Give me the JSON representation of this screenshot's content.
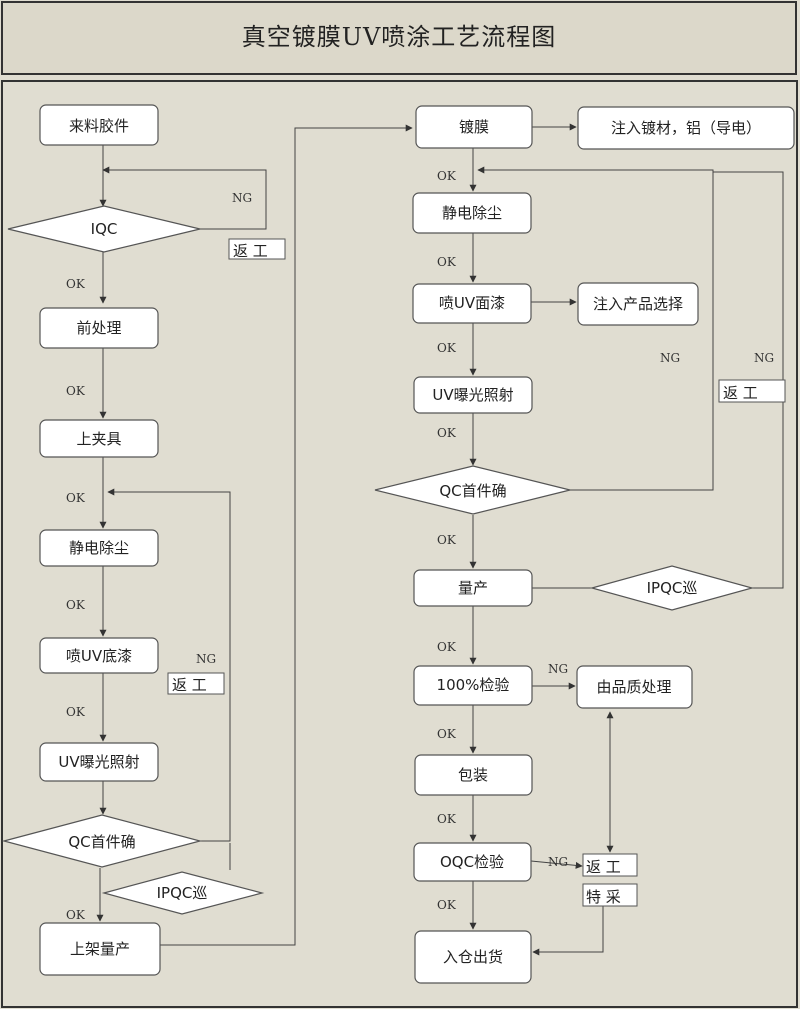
{
  "title": "真空镀膜UV喷涂工艺流程图",
  "left": {
    "incoming": "来料胶件",
    "iqc": "IQC",
    "ng1": "NG",
    "rework1": "返 工",
    "ok1": "OK",
    "pretreat": "前处理",
    "ok2": "OK",
    "fixture": "上夹具",
    "ok3": "OK",
    "destatic": "静电除尘",
    "ok4": "OK",
    "base_coat": "喷UV底漆",
    "ng2": "NG",
    "rework2": "返 工",
    "ok5": "OK",
    "uv_cure": "UV曝光照射",
    "qc_first": "QC首件确",
    "ipqc": "IPQC巡",
    "ok6": "OK",
    "rack_mass": "上架量产"
  },
  "right": {
    "plating": "镀膜",
    "inject_material": "注入镀材，铝（导电）",
    "ok1": "OK",
    "destatic": "静电除尘",
    "ok2": "OK",
    "top_coat": "喷UV面漆",
    "inject_product": "注入产品选择",
    "ok3": "OK",
    "ng_a": "NG",
    "ng_b": "NG",
    "rework": "返 工",
    "uv_cure": "UV曝光照射",
    "ok4": "OK",
    "qc_first": "QC首件确",
    "ok5": "OK",
    "mass_prod": "量产",
    "ipqc": "IPQC巡",
    "ok6": "OK",
    "inspect100": "100%检验",
    "ng_c": "NG",
    "quality_dept": "由品质处理",
    "ok7": "OK",
    "packing": "包装",
    "ok8": "OK",
    "oqc": "OQC检验",
    "ng_d": "NG",
    "rework_oqc": "返 工",
    "special_accept": "特 采",
    "ok9": "OK",
    "warehouse": "入仓出货"
  }
}
